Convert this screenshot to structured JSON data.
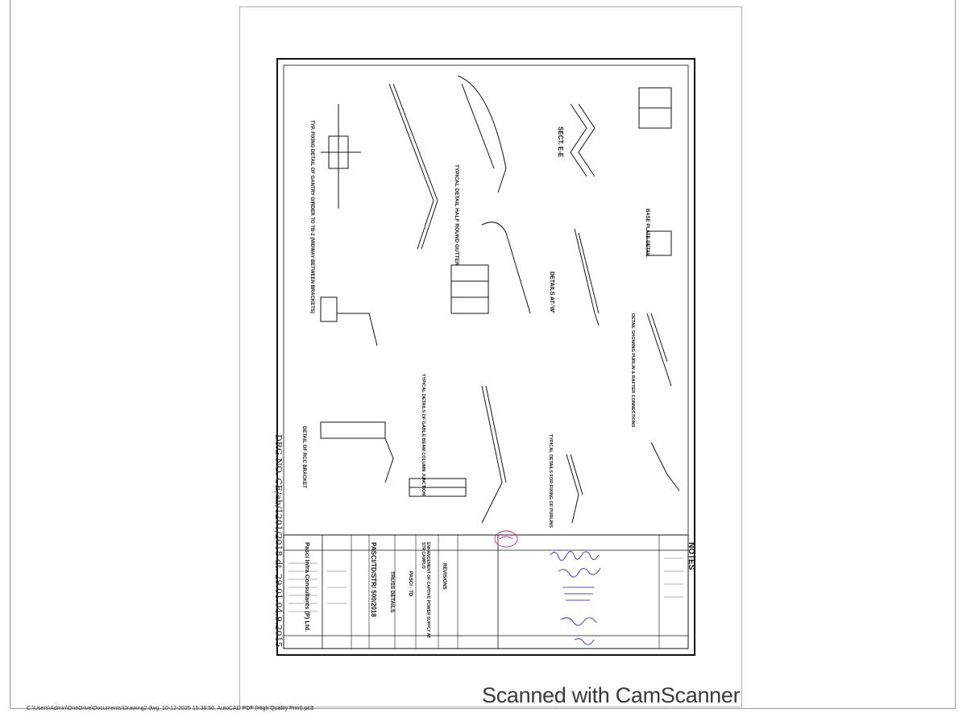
{
  "drawing": {
    "notes_heading": "NOTES",
    "detail_labels": [
      "TYP. FIXING DETAIL OF GANTRY GIRDER TO TB-2 (MIDWAY BETWEEN BRACKETS)",
      "TYPICAL DETAIL HALF ROUND GUTTER",
      "SECT. E-E",
      "BASE PLATE DETAIL",
      "DETAILS AT-'W'",
      "DETAIL SHOWING PURLIN & RAFTER CONNECTIONS",
      "DETAIL OF RCC BRACKET",
      "TYPICAL DETAILS OF GABLE BEAM COLUMN JUNCTION",
      "TYPICAL DETAILS FOR FIXING OF PURLINS"
    ],
    "title_block": {
      "company": "Pasci Infra Consultants (P) Ltd.",
      "drawing_title": "TRUSS DETAILS",
      "client": "PASCI - TD",
      "project": "ENHANCEMENT OF CAPTIVE POWER SUPPLY AT STR CAMPUS",
      "drawing_no": "PASCI/TD/STR/ 500/2018",
      "revisions": "REVISIONS"
    },
    "handwritten_drawing_no": "DRG NO. CE/ab/1201/2018 dt. 29.01.04.9.2015"
  },
  "footer": {
    "file_path": "C:\\Users\\Admin\\OneDrive\\Documents\\Drawing2.dwg, 10-12-2025 15:38:50, AutoCAD PDF (High Quality Print).pc3"
  },
  "watermark": "Scanned with CamScanner",
  "colors": {
    "ink": "#111111",
    "stamp": "#6a3fd1",
    "seal": "#c020a0"
  }
}
